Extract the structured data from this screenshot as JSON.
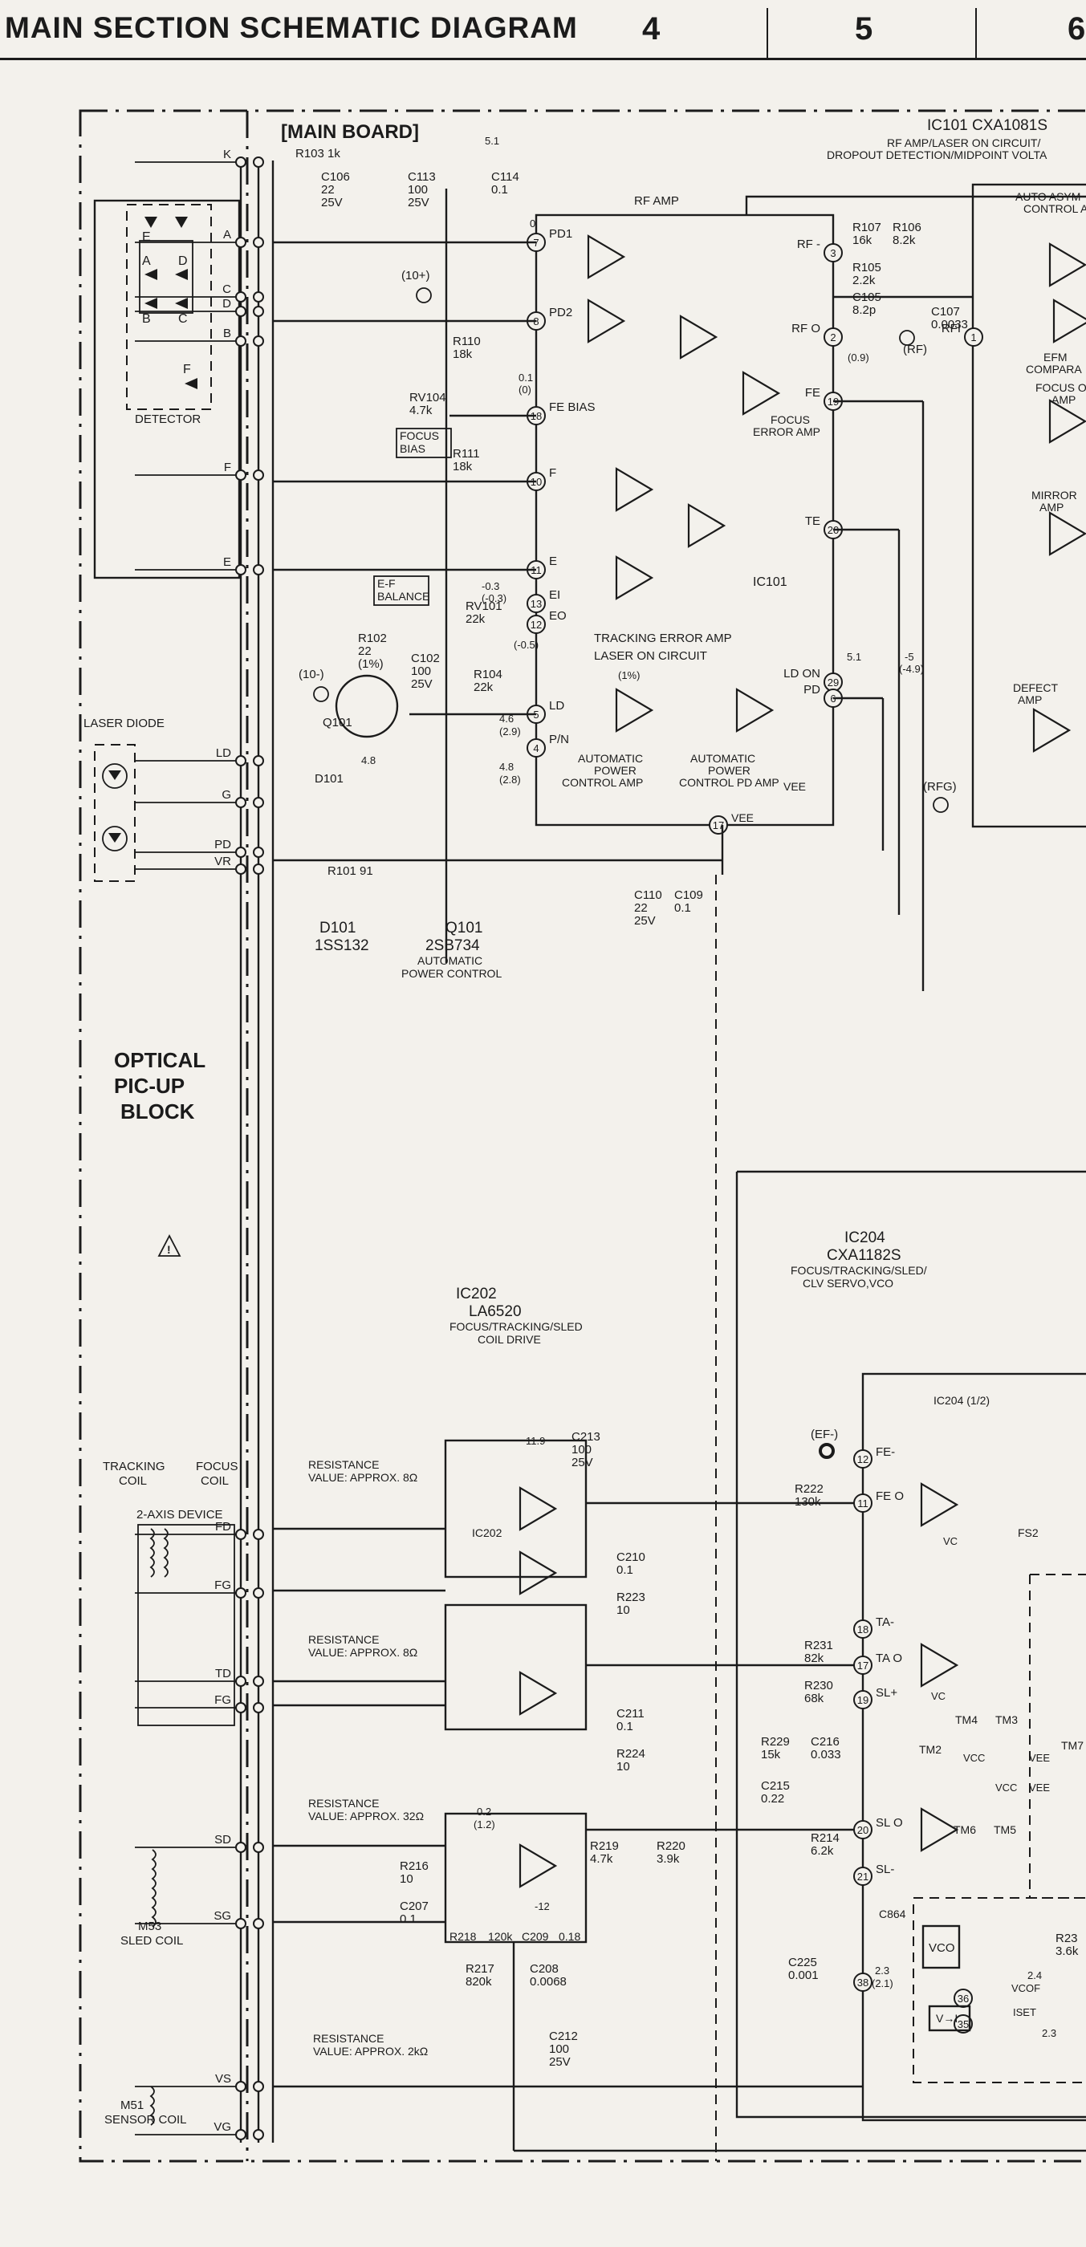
{
  "header": {
    "title": "MAIN SECTION SCHEMATIC DIAGRAM",
    "col_numbers": [
      "4",
      "5",
      "6"
    ]
  },
  "board": {
    "main_board": "[MAIN BOARD]",
    "ic101_title": "IC101  CXA1081S",
    "ic101_sub1": "RF AMP/LASER ON CIRCUIT/",
    "ic101_sub2": "DROPOUT DETECTION/MIDPOINT VOLTA",
    "ic101_label": "IC101",
    "auto_asym_1": "AUTO ASYM",
    "auto_asym_2": "CONTROL A",
    "efm_1": "EFM",
    "efm_2": "COMPARA",
    "focus_ok_1": "FOCUS O",
    "focus_ok_2": "AMP",
    "mirror_1": "MIRROR",
    "mirror_2": "AMP",
    "defect_1": "DEFECT",
    "defect_2": "AMP",
    "rf_amp": "RF AMP",
    "focus_err_1": "FOCUS",
    "focus_err_2": "ERROR AMP",
    "tracking_err": "TRACKING ERROR AMP",
    "laser_on": "LASER ON CIRCUIT",
    "apc_1": "AUTOMATIC",
    "apc_2": "POWER",
    "apc_3": "CONTROL AMP",
    "apcpd_1": "AUTOMATIC",
    "apcpd_2": "POWER",
    "apcpd_3": "CONTROL PD AMP",
    "vee": "VEE"
  },
  "optical": {
    "block_1": "OPTICAL",
    "block_2": "PIC-UP",
    "block_3": "BLOCK",
    "detector": "DETECTOR",
    "laser_diode": "LASER DIODE",
    "tracking_coil_1": "TRACKING",
    "tracking_coil_2": "COIL",
    "focus_coil_1": "FOCUS",
    "focus_coil_2": "COIL",
    "two_axis": "2-AXIS DEVICE",
    "sled_1": "M53",
    "sled_2": "SLED COIL",
    "sensor_1": "M51",
    "sensor_2": "SENSOR COIL"
  },
  "connectors": [
    "K",
    "A",
    "C",
    "D",
    "B",
    "F",
    "E",
    "LD",
    "G",
    "PD",
    "VR",
    "FD",
    "FG",
    "TD",
    "FG",
    "SD",
    "SG",
    "VS",
    "VG"
  ],
  "detector_letters": [
    "E",
    "A",
    "D",
    "B",
    "C",
    "F"
  ],
  "components": {
    "r103": "R103 1k",
    "c106": [
      "C106",
      "22",
      "25V"
    ],
    "c113": [
      "C113",
      "100",
      "25V"
    ],
    "c114": [
      "C114",
      "0.1"
    ],
    "v51": "5.1",
    "tp10p": "(10+)",
    "tp10m": "(10-)",
    "r110": [
      "R110",
      "18k"
    ],
    "rv104": [
      "RV104",
      "4.7k"
    ],
    "focus_bias": [
      "FOCUS",
      "BIAS"
    ],
    "r111": [
      "R111",
      "18k"
    ],
    "ef_balance": [
      "E-F",
      "BALANCE"
    ],
    "rv101": [
      "RV101",
      "22k"
    ],
    "r104": [
      "R104",
      "22k"
    ],
    "r102": [
      "R102",
      "22",
      "(1%)"
    ],
    "c102": [
      "C102",
      "100",
      "25V"
    ],
    "q101": "Q101",
    "d101": "D101",
    "v48": "4.8",
    "r107": [
      "R107",
      "16k"
    ],
    "r106": [
      "R106",
      "8.2k"
    ],
    "r105": [
      "R105",
      "2.2k"
    ],
    "c105": [
      "C105",
      "8.2p"
    ],
    "c107": [
      "C107",
      "0.0033"
    ],
    "rf_tp": "(RF)",
    "rfg_tp": "(RFG)",
    "r101": "R101 91",
    "c110": [
      "C110",
      "22",
      "25V"
    ],
    "c109": [
      "C109",
      "0.1"
    ],
    "d101_part": [
      "D101",
      "1SS132"
    ],
    "q101_part": [
      "Q101",
      "2SB734",
      "AUTOMATIC",
      "POWER CONTROL"
    ]
  },
  "ic101_pins": [
    {
      "num": "7",
      "name": "PD1"
    },
    {
      "num": "8",
      "name": "PD2"
    },
    {
      "num": "18",
      "name": "FE BIAS"
    },
    {
      "num": "10",
      "name": "F"
    },
    {
      "num": "11",
      "name": "E"
    },
    {
      "num": "13",
      "name": "EI"
    },
    {
      "num": "12",
      "name": "EO"
    },
    {
      "num": "5",
      "name": "LD"
    },
    {
      "num": "4",
      "name": "P/N"
    },
    {
      "num": "3",
      "name": "RF -"
    },
    {
      "num": "2",
      "name": "RF O"
    },
    {
      "num": "1",
      "name": "RFI"
    },
    {
      "num": "19",
      "name": "FE"
    },
    {
      "num": "20",
      "name": "TE"
    },
    {
      "num": "29",
      "name": "LD ON"
    },
    {
      "num": "6",
      "name": "PD"
    },
    {
      "num": "17",
      "name": "VEE"
    }
  ],
  "voltages": [
    "0",
    "(0.9)",
    "0.1",
    "(0)",
    "-0.3",
    "(-0.3)",
    "(-0.5)",
    "4.6",
    "(2.9)",
    "4.8",
    "(2.8)",
    "-5",
    "(-4.9)",
    "5.1",
    "(1%)"
  ],
  "ic202": {
    "name": "IC202",
    "part": "LA6520",
    "func_1": "FOCUS/TRACKING/SLED",
    "func_2": "COIL DRIVE",
    "resistance_1": "RESISTANCE",
    "value_8a": "VALUE: APPROX. 8Ω",
    "value_8b": "VALUE: APPROX. 8Ω",
    "value_32": "VALUE: APPROX. 32Ω",
    "value_2k": "VALUE: APPROX. 2kΩ",
    "v119": "11.9",
    "c213": [
      "C213",
      "100",
      "25V"
    ],
    "c210": [
      "C210",
      "0.1"
    ],
    "r223": [
      "R223",
      "10"
    ],
    "c211": [
      "C211",
      "0.1"
    ],
    "r224": [
      "R224",
      "10"
    ],
    "r216": [
      "R216",
      "10"
    ],
    "c207": [
      "C207",
      "0.1"
    ],
    "r218": "R218",
    "r218v": "120k",
    "c209": "C209",
    "c209v": "0.18",
    "r217": [
      "R217",
      "820k"
    ],
    "c208": [
      "C208",
      "0.0068"
    ],
    "c212": [
      "C212",
      "100",
      "25V"
    ],
    "r219": [
      "R219",
      "4.7k"
    ],
    "r220": [
      "R220",
      "3.9k"
    ],
    "v02": "0.2",
    "v12": "(1.2)",
    "vm12": "-12"
  },
  "ic204": {
    "title": "IC204",
    "part": "CXA1182S",
    "func_1": "FOCUS/TRACKING/SLED/",
    "func_2": "CLV SERVO,VCO",
    "sub": "IC204 (1/2)",
    "ef_tp": "(EF-)",
    "r222": [
      "R222",
      "130k"
    ],
    "fs2": "FS2",
    "r231": [
      "R231",
      "82k"
    ],
    "r230": [
      "R230",
      "68k"
    ],
    "r229": [
      "R229",
      "15k"
    ],
    "c216": [
      "C216",
      "0.033"
    ],
    "c215": [
      "C215",
      "0.22"
    ],
    "r214": [
      "R214",
      "6.2k"
    ],
    "c225": [
      "C225",
      "0.001"
    ],
    "c864": "C864",
    "vco": "VCO",
    "vi": "V→I",
    "vcof": "VCOF",
    "iset": "ISET",
    "r23x": [
      "R23",
      "3.6k"
    ],
    "v24": "2.4",
    "v23": "2.3",
    "v21": "(2.1)",
    "switches": [
      "TM4",
      "TM3",
      "TM2",
      "TM6",
      "TM5",
      "TM7"
    ],
    "vc": "VC",
    "vcc": "VCC",
    "vee": "VEE"
  },
  "ic204_pins": [
    {
      "num": "12",
      "name": "FE-"
    },
    {
      "num": "11",
      "name": "FE O"
    },
    {
      "num": "18",
      "name": "TA-"
    },
    {
      "num": "17",
      "name": "TA O"
    },
    {
      "num": "19",
      "name": "SL+"
    },
    {
      "num": "20",
      "name": "SL O"
    },
    {
      "num": "21",
      "name": "SL-"
    },
    {
      "num": "38",
      "name": ""
    },
    {
      "num": "36",
      "name": ""
    },
    {
      "num": "35",
      "name": ""
    }
  ]
}
